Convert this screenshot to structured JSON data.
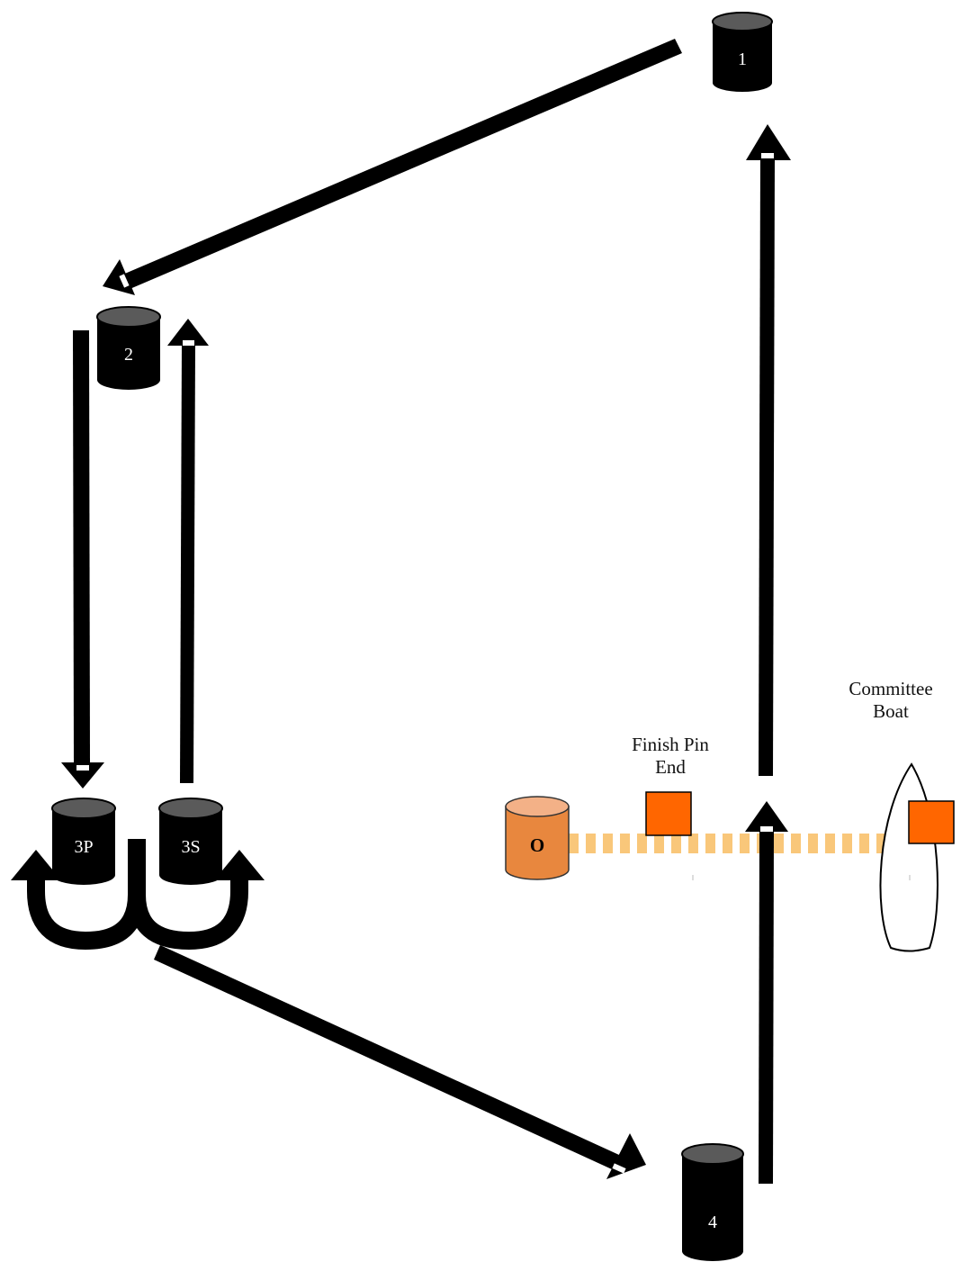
{
  "marks": {
    "mark1": {
      "label": "1"
    },
    "mark2": {
      "label": "2"
    },
    "mark3p": {
      "label": "3P"
    },
    "mark3s": {
      "label": "3S"
    },
    "mark4": {
      "label": "4"
    },
    "markO": {
      "label": "O"
    }
  },
  "labels": {
    "finish_pin_line1": "Finish Pin",
    "finish_pin_line2": "End",
    "committee_line1": "Committee",
    "committee_line2": "Boat"
  },
  "colors": {
    "mark_body": "#000000",
    "mark_top": "#5a5a5a",
    "offset_mark_body": "#e8873e",
    "offset_mark_top": "#f3b187",
    "finish_flag": "#ff6600",
    "finish_line": "#f9c77a",
    "arrow": "#000000"
  }
}
